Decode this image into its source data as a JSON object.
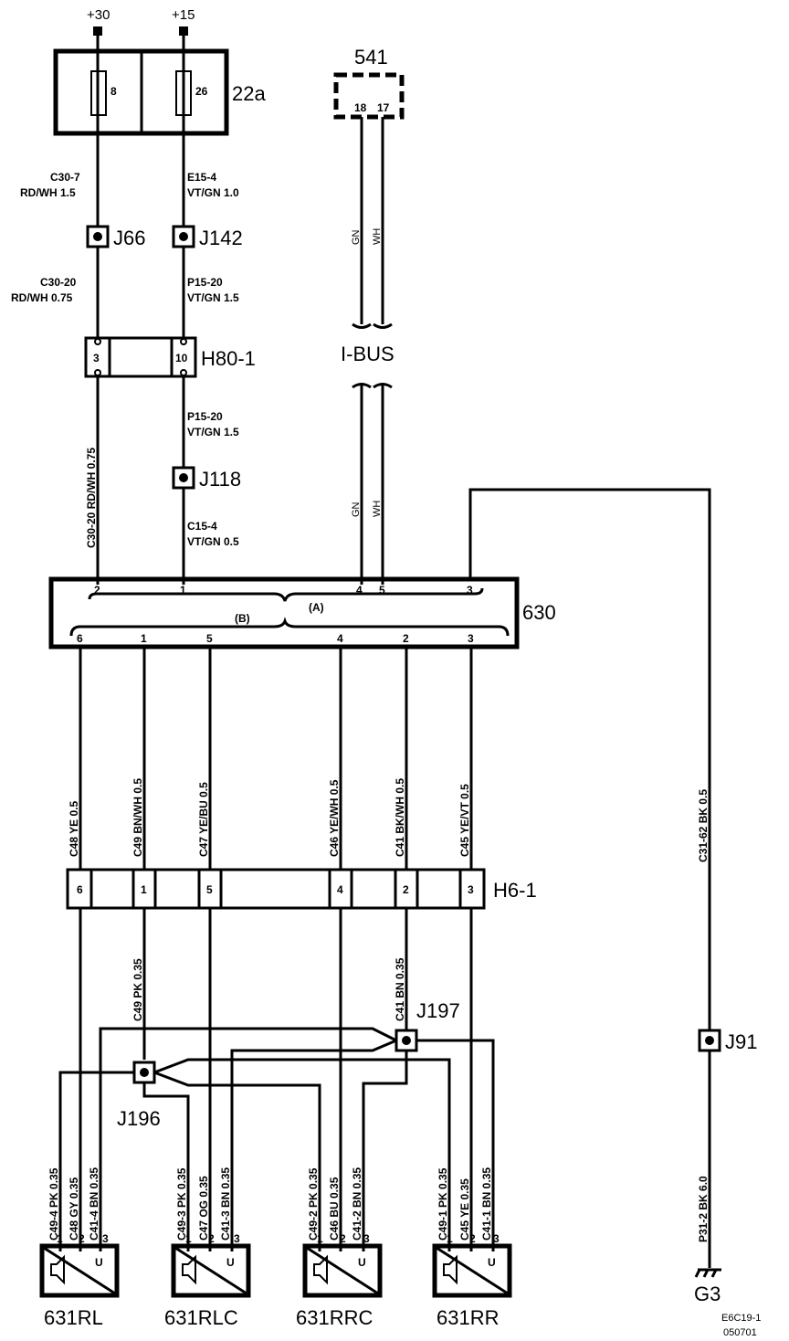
{
  "power": {
    "b30": "+30",
    "b15": "+15"
  },
  "fusebox": {
    "label": "22a",
    "fuse1": "8",
    "fuse2": "26"
  },
  "module541": {
    "label": "541",
    "pin1": "18",
    "pin2": "17"
  },
  "wires": {
    "w1_code": "C30-7",
    "w1_color": "RD/WH  1.5",
    "w2_code": "E15-4",
    "w2_color": "VT/GN  1.0",
    "w3_code": "C30-20",
    "w3_color": "RD/WH  0.75",
    "w4_code": "P15-20",
    "w4_color": "VT/GN  1.5",
    "w5_code": "P15-20",
    "w5_color": "VT/GN   1.5",
    "w6_code": "C15-4",
    "w6_color": "VT/GN   0.5",
    "w7_vert": "C30-20   RD/WH  0.75",
    "gn": "GN",
    "wh": "WH",
    "j91_down": "P31-2   BK   6.0",
    "j91_up": "C31-62   BK   0.5"
  },
  "splices": {
    "j66": "J66",
    "j142": "J142",
    "j118": "J118",
    "j91": "J91",
    "j197": "J197",
    "j196": "J196"
  },
  "connH80": {
    "label": "H80-1",
    "pin1": "3",
    "pin2": "10"
  },
  "ibus": "I-BUS",
  "module630": {
    "label": "630",
    "groupA": "(A)",
    "groupB": "(B)",
    "a_pins": [
      "2",
      "1",
      "4",
      "5",
      "3"
    ],
    "b_pins": [
      "6",
      "1",
      "5",
      "4",
      "2",
      "3"
    ]
  },
  "outWires": [
    "C48   YE   0.5",
    "C49   BN/WH   0.5",
    "C47   YE/BU   0.5",
    "C46   YE/WH   0.5",
    "C41   BK/WH   0.5",
    "C45   YE/VT   0.5"
  ],
  "connH6": {
    "label": "H6-1",
    "pins": [
      "6",
      "1",
      "5",
      "4",
      "2",
      "3"
    ]
  },
  "mid_wires": {
    "c49": "C49   PK   0.35",
    "c41": "C41   BN   0.35"
  },
  "speakerWires": [
    "C49-4   PK   0.35",
    "C48   GY   0.35",
    "C41-4   BN   0.35",
    "C49-3   PK   0.35",
    "C47   OG   0.35",
    "C41-3   BN   0.35",
    "C49-2   PK   0.35",
    "C46   BU   0.35",
    "C41-2   BN   0.35",
    "C49-1   PK   0.35",
    "C45   YE   0.35",
    "C41-1   BN   0.35"
  ],
  "speakers": [
    {
      "label": "631RL",
      "u": "U",
      "p1": "1",
      "p2": "2",
      "p3": "3"
    },
    {
      "label": "631RLC",
      "u": "U",
      "p1": "1",
      "p2": "2",
      "p3": "3"
    },
    {
      "label": "631RRC",
      "u": "U",
      "p1": "1",
      "p2": "2",
      "p3": "3"
    },
    {
      "label": "631RR",
      "u": "U",
      "p1": "1",
      "p2": "2",
      "p3": "3"
    }
  ],
  "ground": "G3",
  "footer": {
    "code": "E6C19-1",
    "date": "050701"
  }
}
